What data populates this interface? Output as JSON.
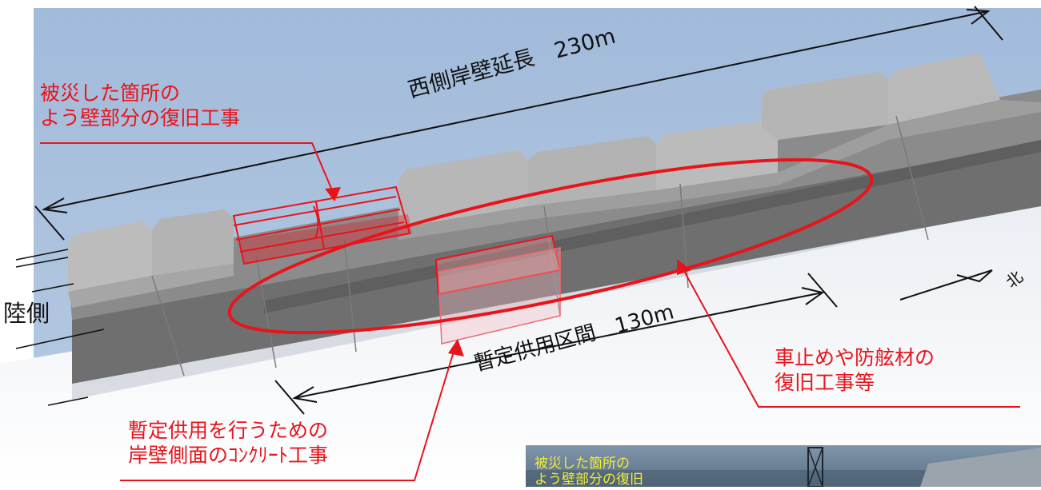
{
  "labels": {
    "damaged_repair": [
      "被災した箇所の",
      "よう壁部分の復旧工事"
    ],
    "west_quay_length": "西側岸壁延長　230m",
    "temporary_section": "暫定供用区間　130m",
    "temporary_concrete": [
      "暫定供用を行うための",
      "岸壁側面のｺﾝｸﾘｰﾄ工事"
    ],
    "car_stop_fender": [
      "車止めや防舷材の",
      "復旧工事等"
    ],
    "land_side": "陸側",
    "north": "北",
    "photo_caption": [
      "被災した箇所の",
      "よう壁部分の復旧"
    ]
  },
  "colors": {
    "sky": "#a7bfdc",
    "accent_red": "#e8141b",
    "caption_yellow": "#f1ee35"
  }
}
